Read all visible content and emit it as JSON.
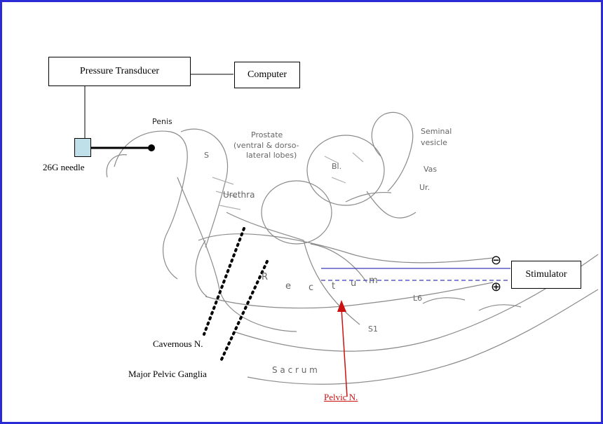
{
  "boxes": {
    "pressure_transducer": "Pressure Transducer",
    "computer": "Computer",
    "stimulator": "Stimulator"
  },
  "labels": {
    "needle": "26G needle",
    "cavernous_nerve": "Cavernous N.",
    "major_pelvic_ganglia": "Major Pelvic Ganglia",
    "pelvic_nerve": "Pelvic N.",
    "negative_symbol": "⊖",
    "positive_symbol": "⊕"
  },
  "anatomy_labels": {
    "penis": "Penis",
    "prostate": "Prostate",
    "prostate_detail_1": "(ventral & dorso-",
    "prostate_detail_2": "lateral lobes)",
    "seminal_vesicle_1": "Seminal",
    "seminal_vesicle_2": "vesicle",
    "vas": "Vas",
    "ureter": "Ur.",
    "bladder": "Bl.",
    "urethra": "Urethra",
    "rectum_r": "R",
    "rectum_e": "e",
    "rectum_c": "c",
    "rectum_t": "t",
    "rectum_u": "u",
    "rectum_m": "m",
    "l6": "L6",
    "s1": "S1",
    "sacrum": "S a c r u m",
    "s_mark": "S"
  },
  "colors": {
    "frame_border": "#2a2ad6",
    "stimulator_lines": "#3a3ab8",
    "pelvic_nerve": "#cc1111",
    "needle_box": "#bfe0e8"
  }
}
